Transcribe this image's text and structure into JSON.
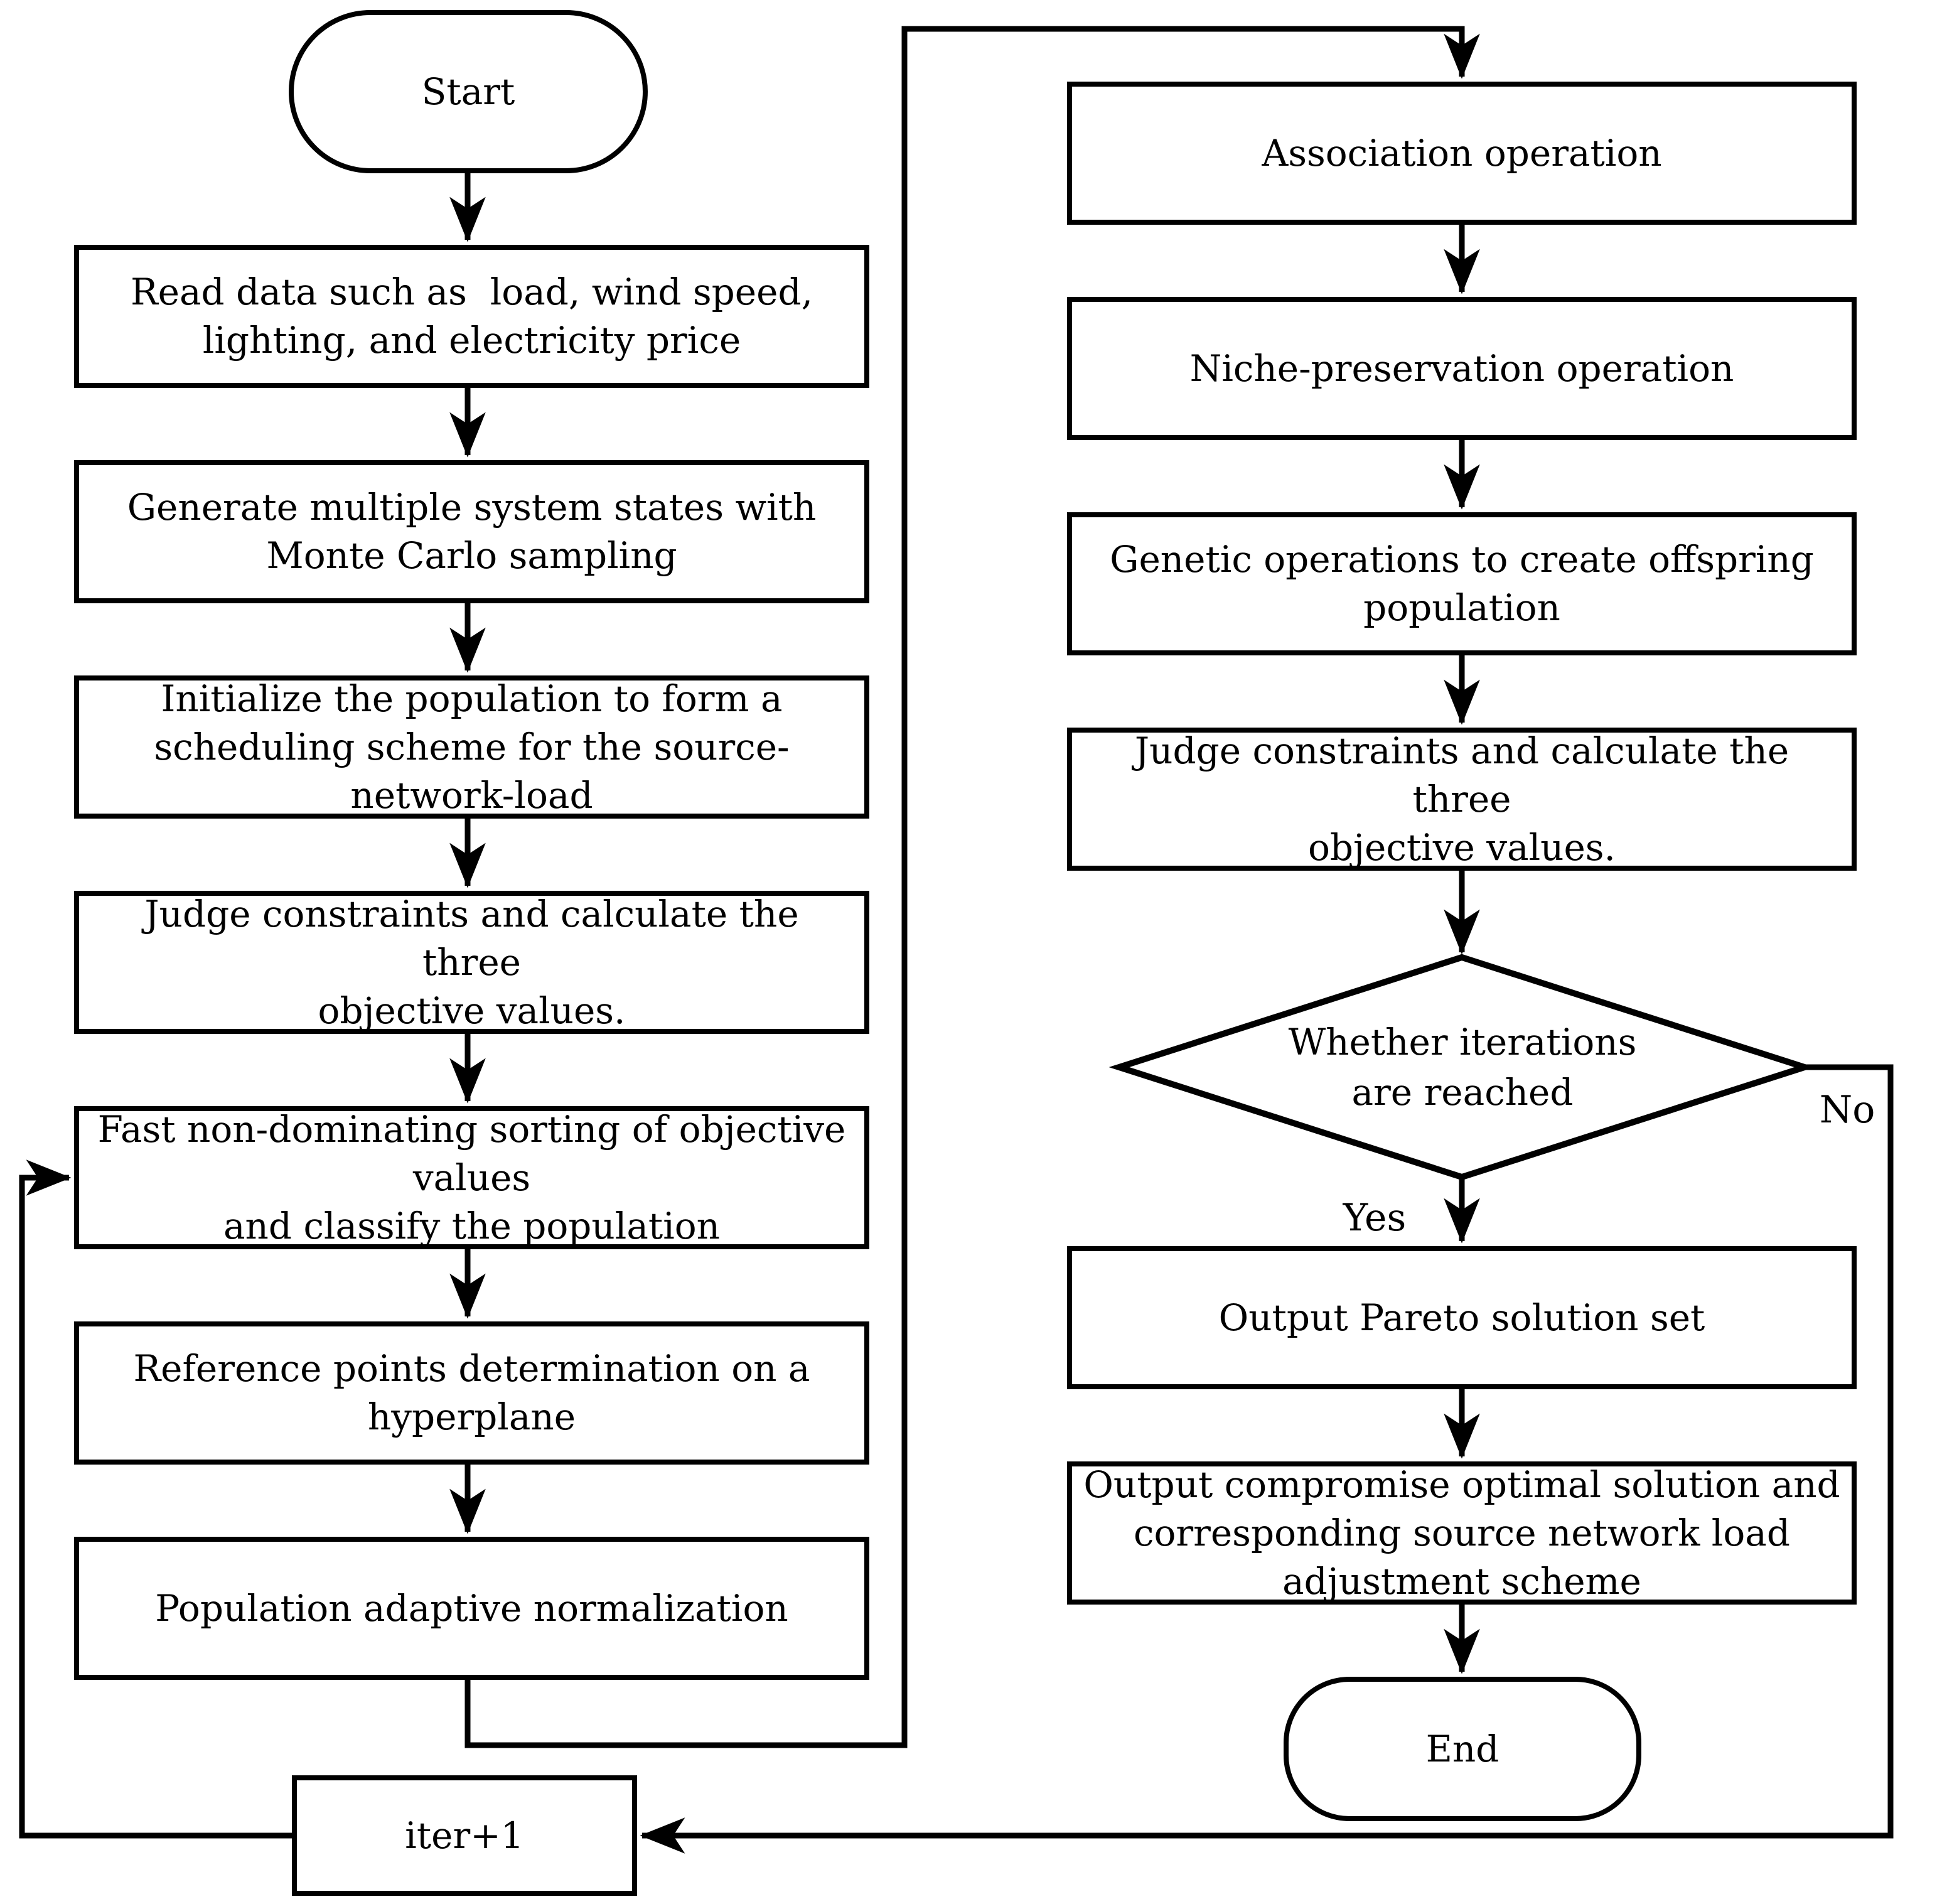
{
  "figure": {
    "background_color": "#ffffff",
    "line_color": "#000000",
    "text_color": "#000000"
  },
  "nodes": {
    "start": {
      "type": "terminator",
      "label": "Start"
    },
    "read_data": {
      "type": "process",
      "label": "Read data such as  load, wind speed,\nlighting, and electricity price"
    },
    "monte_carlo": {
      "type": "process",
      "label": "Generate multiple system states with\nMonte Carlo sampling"
    },
    "initialize_population": {
      "type": "process",
      "label": "Initialize the population to form a\nscheduling scheme for the source-\nnetwork-load"
    },
    "judge_constraints_1": {
      "type": "process",
      "label": "Judge constraints and calculate the three\nobjective values."
    },
    "fast_sorting": {
      "type": "process",
      "label": "Fast non-dominating sorting of objective\nvalues\nand classify the population"
    },
    "reference_points": {
      "type": "process",
      "label": "Reference points determination on a\nhyperplane"
    },
    "population_normalization": {
      "type": "process",
      "label": "Population adaptive normalization"
    },
    "association": {
      "type": "process",
      "label": "Association operation"
    },
    "niche_preservation": {
      "type": "process",
      "label": "Niche-preservation operation"
    },
    "genetic_operations": {
      "type": "process",
      "label": "Genetic operations to create offspring\npopulation"
    },
    "judge_constraints_2": {
      "type": "process",
      "label": "Judge constraints and calculate the three\nobjective values."
    },
    "iterations_decision": {
      "type": "decision",
      "label": "Whether iterations\nare reached"
    },
    "output_pareto": {
      "type": "process",
      "label": "Output Pareto solution set"
    },
    "output_compromise": {
      "type": "process",
      "label": "Output compromise optimal solution and\ncorresponding source network load\nadjustment scheme"
    },
    "end": {
      "type": "terminator",
      "label": "End"
    },
    "iter_increment": {
      "type": "process",
      "label": "iter+1"
    }
  },
  "edge_labels": {
    "yes": "Yes",
    "no": "No"
  }
}
